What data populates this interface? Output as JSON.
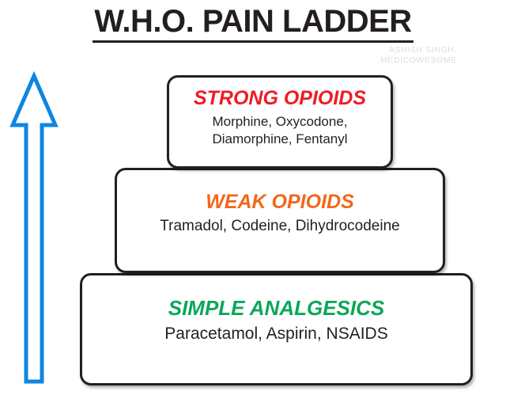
{
  "page": {
    "title": "W.H.O. PAIN LADDER",
    "credit": "ASHISH SINGH,\nMEDICOWESOME",
    "background_color": "#ffffff",
    "outline_color": "#231f20"
  },
  "arrow": {
    "name": "upward-progression-arrow",
    "direction": "up",
    "color": "#0d86e0",
    "filled": false
  },
  "ladder": {
    "steps": [
      {
        "level": 3,
        "title": "STRONG OPIOIDS",
        "title_color": "#ee1c24",
        "drugs": "Morphine, Oxycodone,\nDiamorphine, Fentanyl"
      },
      {
        "level": 2,
        "title": "WEAK OPIOIDS",
        "title_color": "#f2671b",
        "drugs": "Tramadol, Codeine, Dihydrocodeine"
      },
      {
        "level": 1,
        "title": "SIMPLE ANALGESICS",
        "title_color": "#0aa75a",
        "drugs": "Paracetamol, Aspirin, NSAIDS"
      }
    ]
  }
}
